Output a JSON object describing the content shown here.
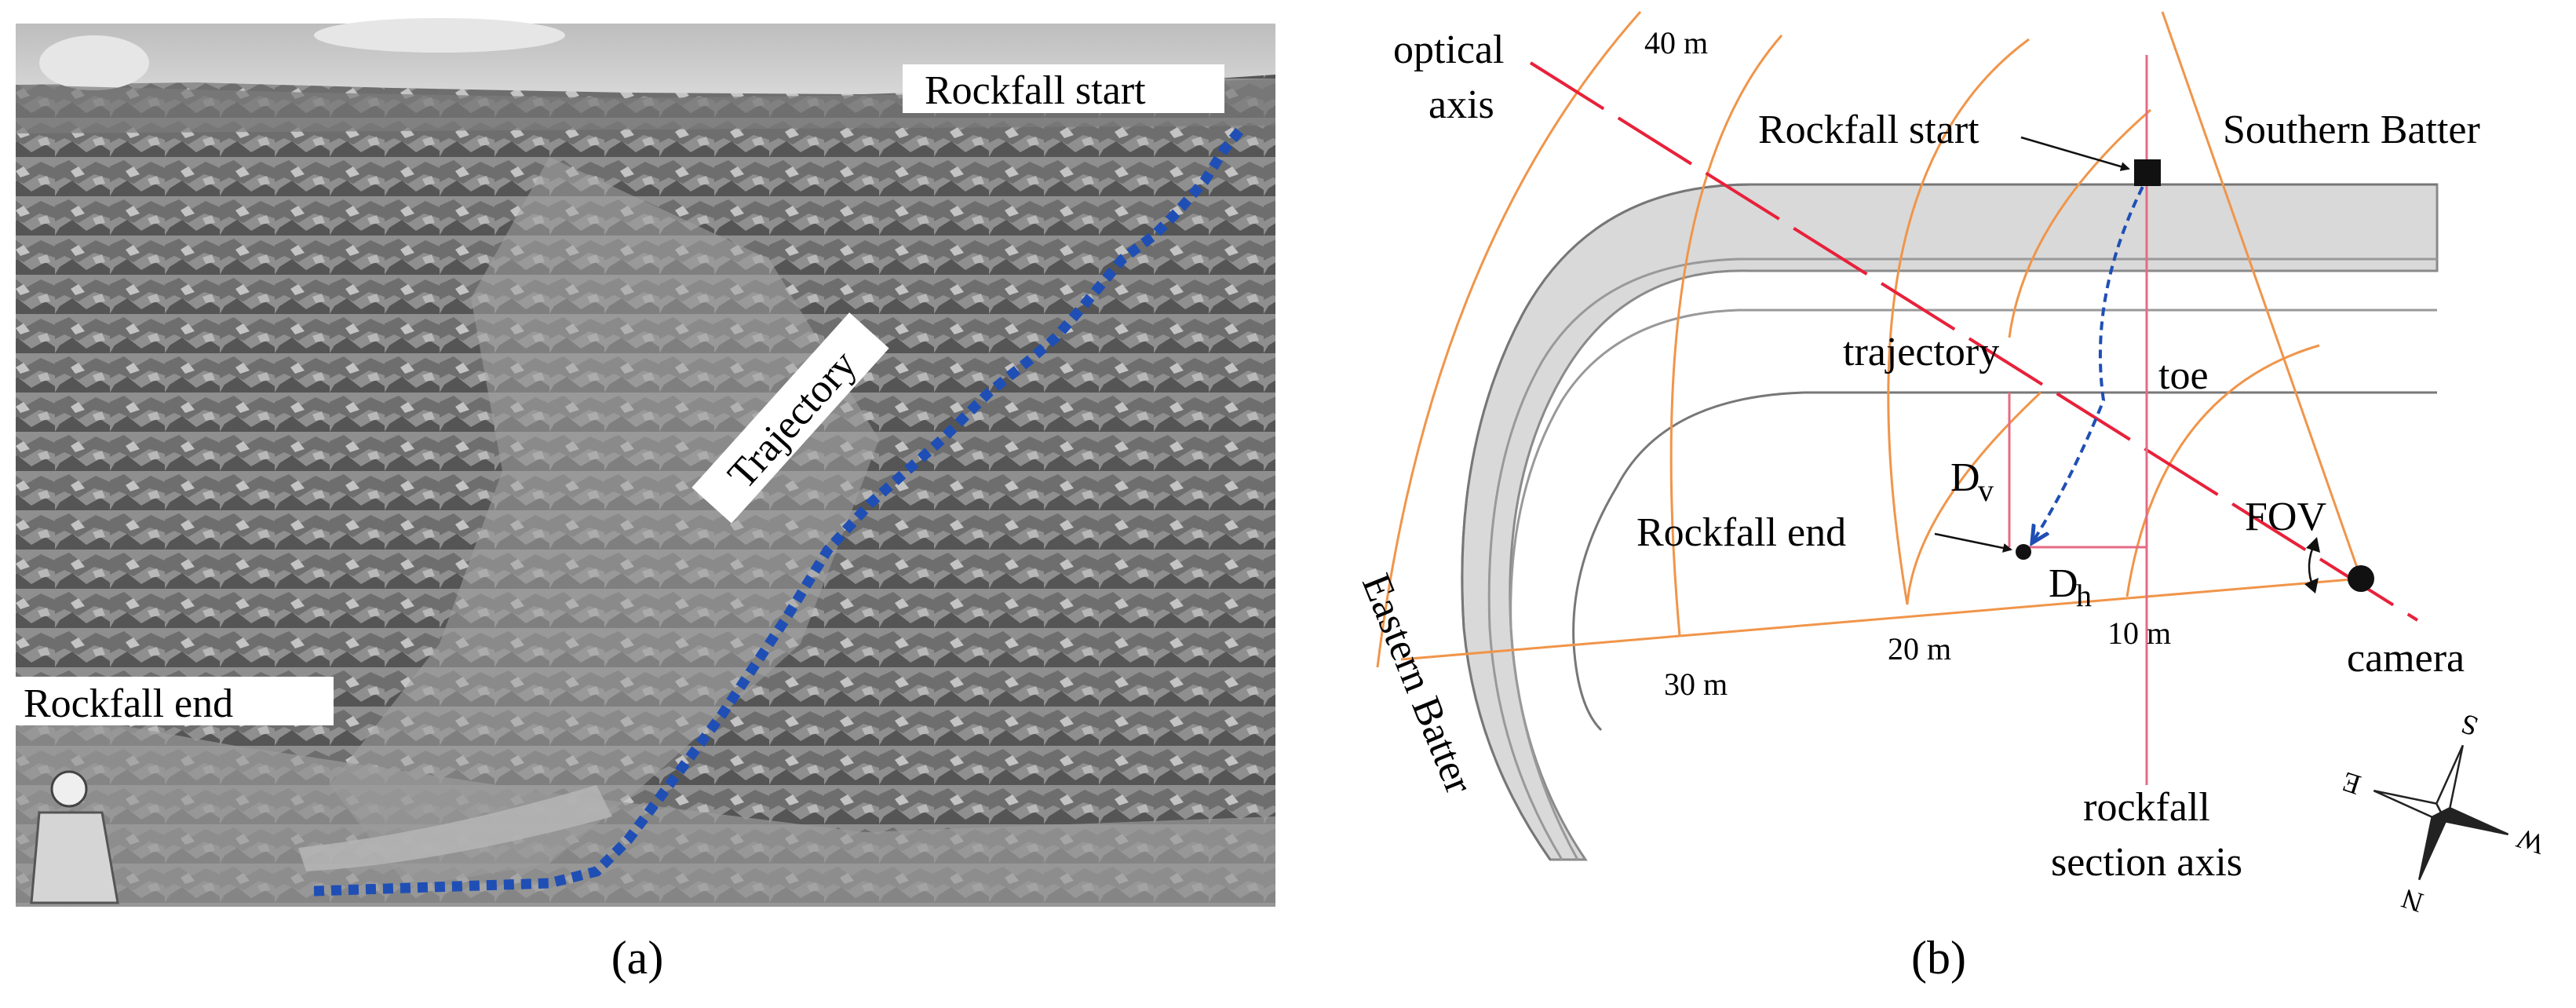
{
  "panel_a": {
    "label": "(a)",
    "start_label": "Rockfall start",
    "end_label": "Rockfall end",
    "trajectory_label": "Trajectory",
    "colors": {
      "trajectory": "#1f4fb5",
      "label_bg": "#ffffff"
    }
  },
  "panel_b": {
    "label": "(b)",
    "optical_axis_line1": "optical",
    "optical_axis_line2": "axis",
    "southern_batter": "Southern Batter",
    "eastern_batter": "Eastern Batter",
    "rockfall_start": "Rockfall start",
    "rockfall_end": "Rockfall end",
    "trajectory": "trajectory",
    "toe": "toe",
    "fov": "FOV",
    "camera": "camera",
    "dv_main": "D",
    "dv_sub": "v",
    "dh_main": "D",
    "dh_sub": "h",
    "section_axis_line1": "rockfall",
    "section_axis_line2": "section axis",
    "distances": [
      "40 m",
      "30 m",
      "20 m",
      "10 m"
    ],
    "compass": {
      "s": "S",
      "w": "W",
      "e": "E",
      "n": "N"
    },
    "colors": {
      "arc": "#f0954a",
      "optical_axis": "#e8213a",
      "section_axis": "#e56b86",
      "batter_fill": "#d9d9d9",
      "batter_stroke": "#8a8a8a",
      "trajectory": "#1f4fb5",
      "marker": "#111111"
    }
  }
}
